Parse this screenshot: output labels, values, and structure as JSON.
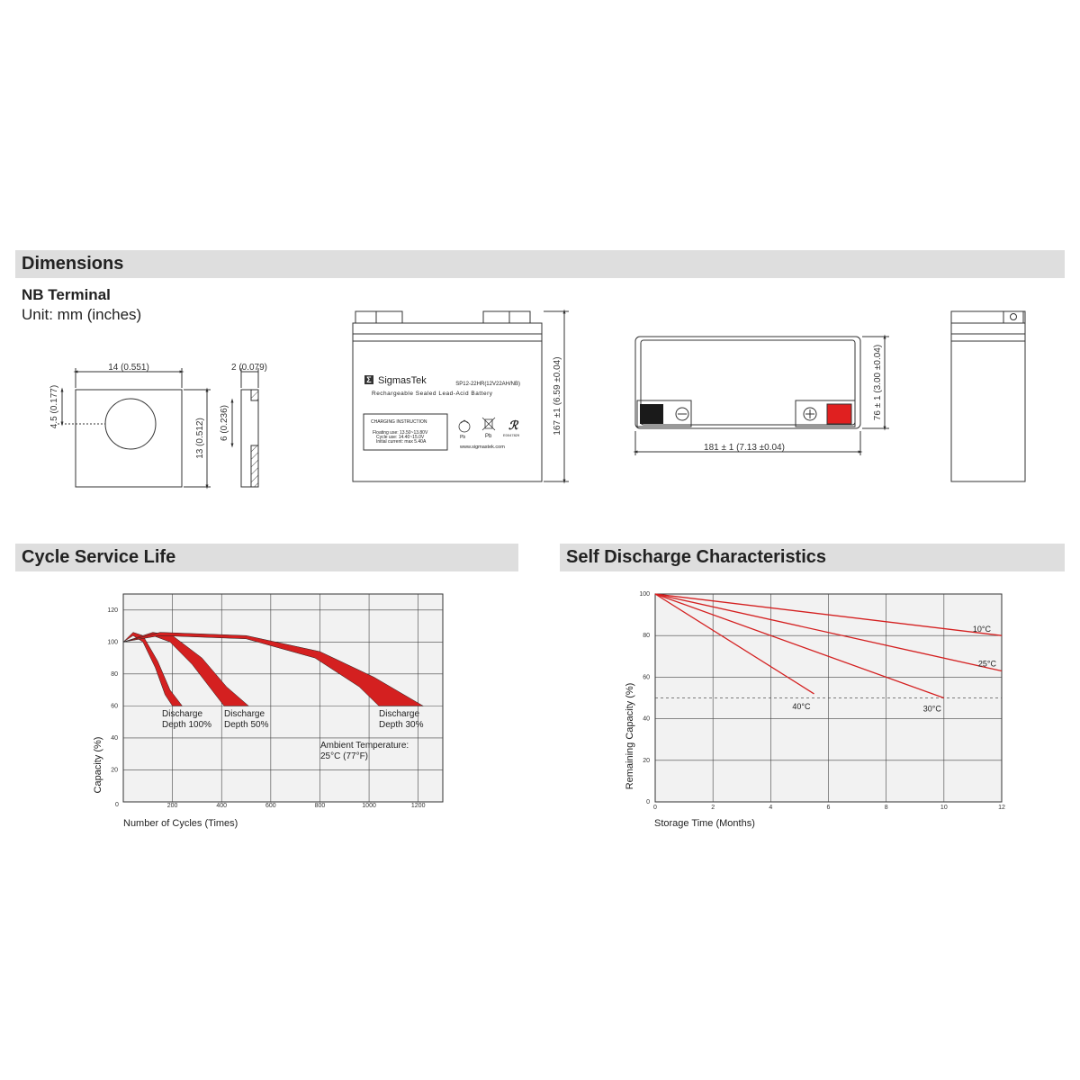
{
  "dimensions": {
    "title": "Dimensions",
    "terminal_title": "NB Terminal",
    "unit_label": "Unit: mm (inches)",
    "terminal": {
      "width_label": "14 (0.551)",
      "thickness_label": "2 (0.079)",
      "hole_offset_label": "4.5 (0.177)",
      "height_label": "13 (0.512)",
      "inner_height_label": "6 (0.236)"
    },
    "battery_front": {
      "brand": "SigmasTek",
      "model": "SP12-22HR(12V22AH/NB)",
      "description": "Rechargeable Sealed Lead-Acid Battery",
      "charging_title": "CHARGING INSTRUCTION",
      "charging_lines": [
        "Floating use: 13.50~13.80V",
        "Cycle use: 14.40~15.0V",
        "Initial current: max 5.40A"
      ],
      "pb_label_1": "Pb",
      "pb_label_2": "Pb",
      "cert_code": "E0047829",
      "website": "www.sigmastek.com",
      "height_label": "167 ±1 (6.59 ±0.04)"
    },
    "battery_top": {
      "width_label": "181 ± 1 (7.13 ±0.04)",
      "depth_label": "76 ± 1 (3.00 ±0.04)"
    }
  },
  "cycle_life": {
    "title": "Cycle Service Life",
    "chart_data": {
      "type": "area",
      "xlabel": "Number of Cycles (Times)",
      "ylabel": "Capacity (%)",
      "xlim": [
        0,
        1300
      ],
      "ylim": [
        0,
        130
      ],
      "xticks": [
        200,
        400,
        600,
        800,
        1000,
        1200
      ],
      "yticks": [
        20,
        40,
        60,
        80,
        100,
        120
      ],
      "origin_label": "0",
      "grid": true,
      "series": [
        {
          "name": "Discharge Depth 100%",
          "label_lines": [
            "Discharge",
            "Depth 100%"
          ],
          "upper": [
            [
              0,
              100
            ],
            [
              40,
              106
            ],
            [
              80,
              104
            ],
            [
              140,
              88
            ],
            [
              190,
              70
            ],
            [
              240,
              60
            ]
          ],
          "lower": [
            [
              0,
              100
            ],
            [
              40,
              104
            ],
            [
              80,
              100
            ],
            [
              130,
              84
            ],
            [
              170,
              67
            ],
            [
              200,
              60
            ]
          ]
        },
        {
          "name": "Discharge Depth 50%",
          "label_lines": [
            "Discharge",
            "Depth 50%"
          ],
          "upper": [
            [
              0,
              100
            ],
            [
              120,
              106
            ],
            [
              200,
              104
            ],
            [
              320,
              90
            ],
            [
              420,
              72
            ],
            [
              510,
              60
            ]
          ],
          "lower": [
            [
              0,
              100
            ],
            [
              120,
              104
            ],
            [
              190,
              100
            ],
            [
              280,
              86
            ],
            [
              360,
              70
            ],
            [
              410,
              60
            ]
          ]
        },
        {
          "name": "Discharge Depth 30%",
          "label_lines": [
            "Discharge",
            "Depth 30%"
          ],
          "upper": [
            [
              0,
              100
            ],
            [
              150,
              106
            ],
            [
              500,
              104
            ],
            [
              800,
              94
            ],
            [
              1020,
              78
            ],
            [
              1220,
              60
            ]
          ],
          "lower": [
            [
              0,
              100
            ],
            [
              150,
              104
            ],
            [
              500,
              102
            ],
            [
              780,
              90
            ],
            [
              960,
              72
            ],
            [
              1040,
              60
            ]
          ]
        }
      ],
      "annotation_lines": [
        "Ambient Temperature:",
        "25°C (77°F)"
      ]
    }
  },
  "self_discharge": {
    "title": "Self Discharge Characteristics",
    "chart_data": {
      "type": "line",
      "xlabel": "Storage Time (Months)",
      "ylabel": "Remaining Capacity (%)",
      "xlim": [
        0,
        12
      ],
      "ylim": [
        0,
        100
      ],
      "xticks": [
        0,
        2,
        4,
        6,
        8,
        10,
        12
      ],
      "yticks": [
        0,
        20,
        40,
        60,
        80,
        100
      ],
      "grid": true,
      "reference_line": 50,
      "series": [
        {
          "name": "10°C",
          "points": [
            [
              0,
              100
            ],
            [
              12,
              80
            ]
          ]
        },
        {
          "name": "25°C",
          "points": [
            [
              0,
              100
            ],
            [
              12,
              63
            ]
          ]
        },
        {
          "name": "30°C",
          "points": [
            [
              0,
              100
            ],
            [
              10,
              50
            ]
          ]
        },
        {
          "name": "40°C",
          "points": [
            [
              0,
              100
            ],
            [
              5.5,
              52
            ]
          ]
        }
      ],
      "series_color": "#d42020"
    }
  },
  "colors": {
    "band": "#dedede",
    "red": "#d42020",
    "chart_bg": "#f2f2f2",
    "terminal_red": "#e02020",
    "terminal_black": "#1a1a1a"
  }
}
